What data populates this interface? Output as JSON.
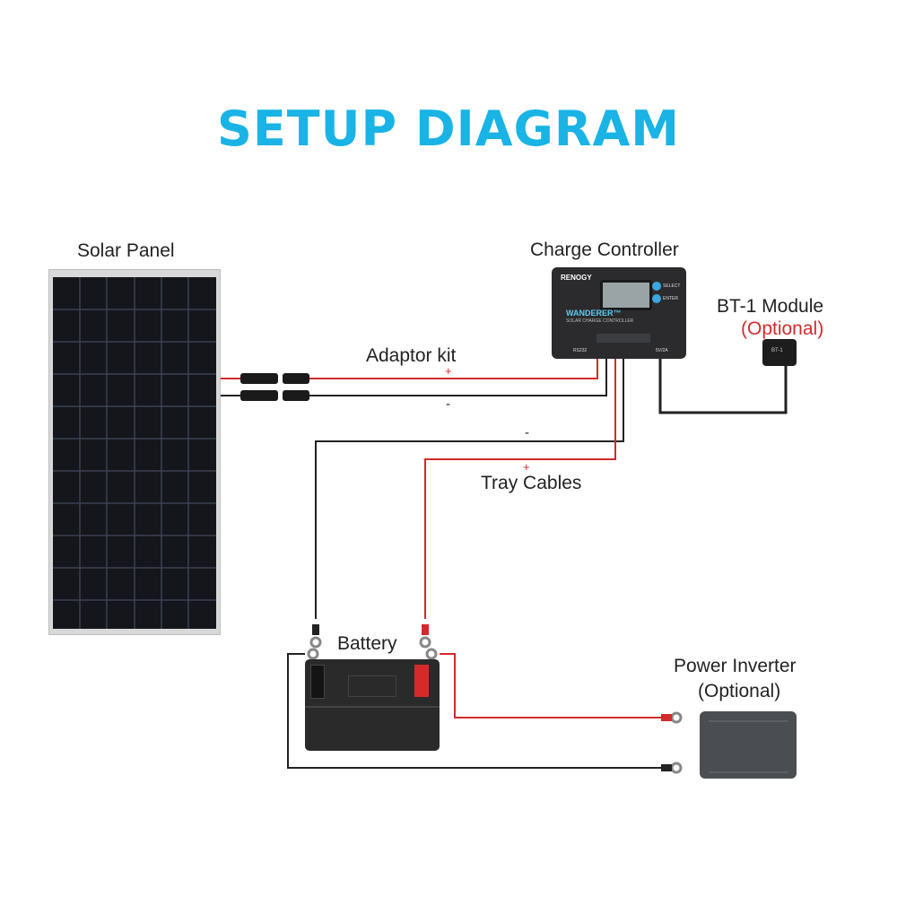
{
  "title": "SETUP DIAGRAM",
  "labels": {
    "solar_panel": "Solar Panel",
    "charge_controller": "Charge Controller",
    "bt1_module": "BT-1 Module",
    "bt1_optional": "(Optional)",
    "adaptor_kit": "Adaptor kit",
    "tray_cables": "Tray Cables",
    "battery": "Battery",
    "power_inverter": "Power Inverter",
    "inverter_optional": "(Optional)"
  },
  "polarity": {
    "adaptor_plus": "+",
    "adaptor_minus": "-",
    "tray_minus": "-",
    "tray_plus": "+"
  },
  "controller": {
    "brand": "RENOGY",
    "product": "WANDERER™",
    "subtitle": "SOLAR CHARGE CONTROLLER",
    "select": "SELECT",
    "enter": "ENTER",
    "port_rs232": "RS232",
    "port_5v2a": "5V/2A"
  },
  "bt1_text": "BT-1",
  "colors": {
    "title": "#1ab3e6",
    "positive_wire": "#d42a2a",
    "negative_wire": "#222222",
    "optional_text": "#d42a2a"
  }
}
